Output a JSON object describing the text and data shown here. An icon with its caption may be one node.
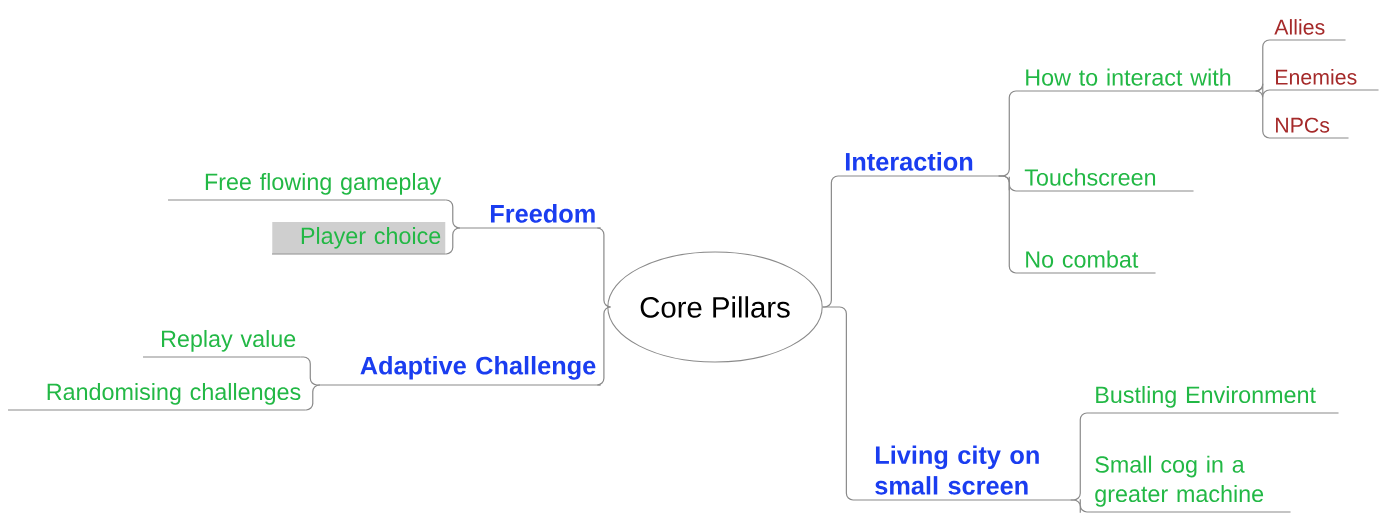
{
  "diagram": {
    "nodes": [
      {
        "text": [
          "Core Pillars"
        ]
      },
      {
        "text": [
          "Freedom"
        ]
      },
      {
        "text": [
          "Free flowing gameplay"
        ]
      },
      {
        "text": [
          "Player choice"
        ]
      },
      {
        "text": [
          "Adaptive Challenge"
        ]
      },
      {
        "text": [
          "Replay value"
        ]
      },
      {
        "text": [
          "Randomising challenges"
        ]
      },
      {
        "text": [
          "Interaction"
        ]
      },
      {
        "text": [
          "How to interact with"
        ]
      },
      {
        "text": [
          "Allies"
        ]
      },
      {
        "text": [
          "Enemies"
        ]
      },
      {
        "text": [
          "NPCs"
        ]
      },
      {
        "text": [
          "Touchscreen"
        ]
      },
      {
        "text": [
          "No combat"
        ]
      },
      {
        "text": [
          "Living city on small screen"
        ]
      },
      {
        "text": [
          "Bustling Environment"
        ]
      },
      {
        "text": [
          "Small cog in a greater machine"
        ]
      }
    ],
    "edges": [
      {
        "from": 0,
        "to": 1,
        "arrow": "none"
      },
      {
        "from": 1,
        "to": 2,
        "arrow": "none"
      },
      {
        "from": 1,
        "to": 3,
        "arrow": "none"
      },
      {
        "from": 0,
        "to": 4,
        "arrow": "none"
      },
      {
        "from": 4,
        "to": 5,
        "arrow": "none"
      },
      {
        "from": 4,
        "to": 6,
        "arrow": "none"
      },
      {
        "from": 0,
        "to": 7,
        "arrow": "none"
      },
      {
        "from": 7,
        "to": 8,
        "arrow": "none"
      },
      {
        "from": 8,
        "to": 9,
        "arrow": "none"
      },
      {
        "from": 8,
        "to": 10,
        "arrow": "none"
      },
      {
        "from": 8,
        "to": 11,
        "arrow": "none"
      },
      {
        "from": 7,
        "to": 12,
        "arrow": "none"
      },
      {
        "from": 7,
        "to": 13,
        "arrow": "none"
      },
      {
        "from": 0,
        "to": 14,
        "arrow": "none"
      },
      {
        "from": 14,
        "to": 15,
        "arrow": "none"
      },
      {
        "from": 14,
        "to": 16,
        "arrow": "none"
      }
    ]
  }
}
